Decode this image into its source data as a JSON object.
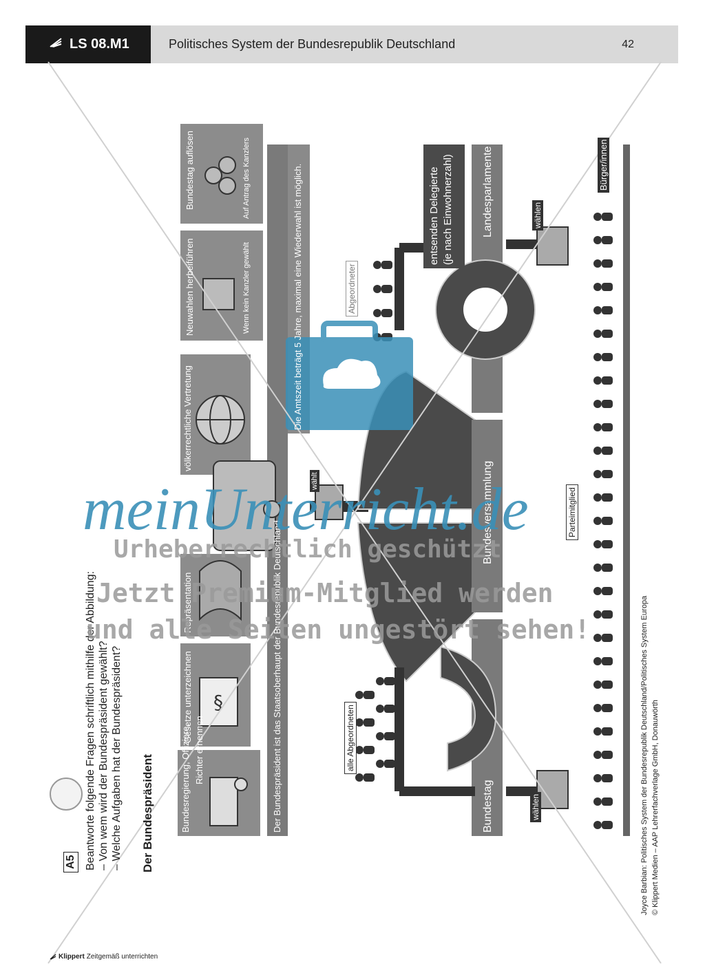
{
  "header": {
    "code": "LS 08.M1",
    "title": "Politisches System der Bundesrepublik Deutschland",
    "page_number": "42"
  },
  "task": {
    "label": "A5",
    "instruction": "Beantworte folgende Fragen schriftlich mithilfe der Abbildung:",
    "question_1": "– Von wem wird der Bundespräsident gewählt?",
    "question_2": "– Welche Aufgaben hat der Bundespräsident?",
    "section_title": "Der Bundespräsident"
  },
  "diagram": {
    "duties": [
      {
        "title": "Bundesregierung, Offiziere,",
        "title_2": "Richter ernennen"
      },
      {
        "title": "Gesetze unterzeichnen"
      },
      {
        "title": "Repräsentation"
      },
      {
        "title": "völkerrechtliche Vertretung"
      },
      {
        "title": "Neuwahlen herbeiführen",
        "note": "Wenn kein Kanzler gewählt"
      },
      {
        "title": "Bundestag auflösen",
        "note": "Auf Antrag des Kanzlers"
      }
    ],
    "head_of_state_bar": "Der Bundespräsident ist das Staatsoberhaupt der Bundesrepublik Deutschland.",
    "term_bar": "Die Amtszeit beträgt 5 Jahre, maximal eine Wiederwahl ist möglich.",
    "elects": "wählt",
    "all_deputies": "alle Abgeordneten",
    "deputy": "Abgeordneter",
    "delegates_1": "entsenden Delegierte",
    "delegates_2": "(je nach Einwohnerzahl)",
    "bundestag": "Bundestag",
    "bundesversammlung": "Bundesversammlung",
    "landesparlamente": "Landesparlamente",
    "vote_left": "wählen",
    "vote_right": "wählen",
    "party_member": "Parteimitglied",
    "citizens": "Bürger/innen"
  },
  "watermark": {
    "brand": "meinUnterricht.de",
    "line_1": "Urheberrechtlich geschützt",
    "line_2": "Jetzt Premium-Mitglied werden",
    "line_3": "und alle Seiten ungestört sehen!"
  },
  "footer": {
    "source_1": "Joyce Barbian: Politisches System der Bundesrepublik Deutschland/Politisches System Europa",
    "source_2": "© Klippert Medien – AAP Lehrerfachverlage GmbH, Donauwörth",
    "brand": "Klippert",
    "tagline": "Zeitgemäß unterrichten"
  },
  "colors": {
    "header_dark": "#1a1a1a",
    "header_light": "#d9d9d9",
    "diagram_gray": "#7a7a7a",
    "diagram_dark": "#3c3c3c",
    "watermark_blue": "#3a90b8"
  }
}
